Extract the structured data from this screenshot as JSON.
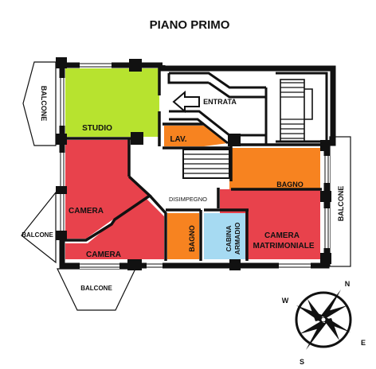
{
  "title": "PIANO PRIMO",
  "labels": {
    "balcone_left": "BALCONE",
    "balcone_right": "BALCONE",
    "balcone_sw": "BALCONE",
    "balcone_bottom": "BALCONE",
    "studio": "STUDIO",
    "entrata": "ENTRATA",
    "lav": "LAV.",
    "bagno_1": "BAGNO",
    "bagno_2": "BAGNO",
    "disimpegno": "DISIMPEGNO",
    "camera_1": "CAMERA",
    "camera_2": "CAMERA",
    "camera_matrimoniale_1": "CAMERA",
    "camera_matrimoniale_2": "MATRIMONIALE",
    "cabina_1": "CABINA",
    "cabina_2": "ARMADIO"
  },
  "compass": {
    "n": "N",
    "e": "E",
    "s": "S",
    "w": "W"
  },
  "colors": {
    "studio": "#b7e32f",
    "camera": "#e8424c",
    "bagno": "#f78320",
    "cabina": "#a6daf2",
    "wall": "#111111"
  }
}
